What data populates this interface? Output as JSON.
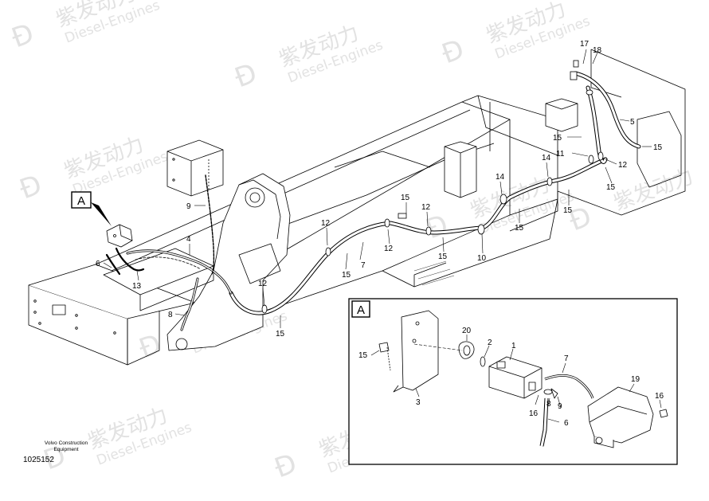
{
  "watermark": {
    "brand_cn": "紫发动力",
    "brand_en": "Diesel-Engines"
  },
  "caption": {
    "line1": "Volvo Construction",
    "line2": "Equipment",
    "doc_number": "1025152"
  },
  "detail_label": "A",
  "main_callouts": [
    {
      "id": "m-a",
      "text": "A"
    },
    {
      "id": "m-4",
      "text": "4"
    },
    {
      "id": "m-6",
      "text": "6"
    },
    {
      "id": "m-13",
      "text": "13"
    },
    {
      "id": "m-9",
      "text": "9"
    },
    {
      "id": "m-8",
      "text": "8"
    },
    {
      "id": "m-12a",
      "text": "12"
    },
    {
      "id": "m-15a",
      "text": "15"
    },
    {
      "id": "m-7",
      "text": "7"
    },
    {
      "id": "m-12b",
      "text": "12"
    },
    {
      "id": "m-15b",
      "text": "15"
    },
    {
      "id": "m-12c",
      "text": "12"
    },
    {
      "id": "m-15c",
      "text": "15"
    },
    {
      "id": "m-12d",
      "text": "12"
    },
    {
      "id": "m-15d",
      "text": "15"
    },
    {
      "id": "m-10",
      "text": "10"
    },
    {
      "id": "m-14a",
      "text": "14"
    },
    {
      "id": "m-15e",
      "text": "15"
    },
    {
      "id": "m-14b",
      "text": "14"
    },
    {
      "id": "m-15f",
      "text": "15"
    },
    {
      "id": "m-11",
      "text": "11"
    },
    {
      "id": "m-12e",
      "text": "12"
    },
    {
      "id": "m-15g",
      "text": "15"
    },
    {
      "id": "m-15h",
      "text": "15"
    },
    {
      "id": "m-5",
      "text": "5"
    },
    {
      "id": "m-15i",
      "text": "15"
    },
    {
      "id": "m-17",
      "text": "17"
    },
    {
      "id": "m-18",
      "text": "18"
    }
  ],
  "detail_callouts": [
    {
      "id": "d-20",
      "text": "20"
    },
    {
      "id": "d-2",
      "text": "2"
    },
    {
      "id": "d-1",
      "text": "1"
    },
    {
      "id": "d-15",
      "text": "15"
    },
    {
      "id": "d-3",
      "text": "3"
    },
    {
      "id": "d-7",
      "text": "7"
    },
    {
      "id": "d-8",
      "text": "8"
    },
    {
      "id": "d-9",
      "text": "9"
    },
    {
      "id": "d-16a",
      "text": "16"
    },
    {
      "id": "d-6",
      "text": "6"
    },
    {
      "id": "d-19",
      "text": "19"
    },
    {
      "id": "d-16b",
      "text": "16"
    }
  ]
}
